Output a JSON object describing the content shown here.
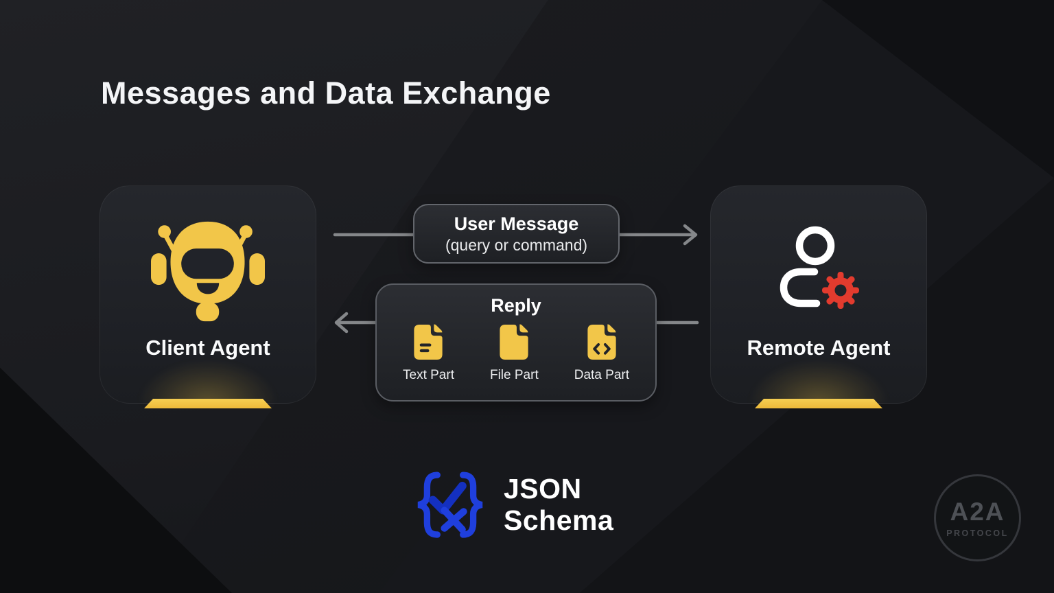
{
  "title": "Messages and Data Exchange",
  "client_card": {
    "label": "Client Agent",
    "icon": "robot-icon"
  },
  "remote_card": {
    "label": "Remote Agent",
    "icon": "person-gear-icon"
  },
  "user_message": {
    "title": "User Message",
    "subtitle": "(query or command)"
  },
  "reply": {
    "title": "Reply",
    "parts": [
      {
        "label": "Text Part",
        "icon": "file-text-icon"
      },
      {
        "label": "File Part",
        "icon": "file-icon"
      },
      {
        "label": "Data Part",
        "icon": "file-code-icon"
      }
    ]
  },
  "footer_logo": {
    "line1": "JSON",
    "line2": "Schema"
  },
  "badge": {
    "title": "A2A",
    "subtitle": "PROTOCOL"
  },
  "colors": {
    "accent_yellow": "#f2c649",
    "accent_red": "#e23b2e",
    "logo_blue": "#1f3fdd",
    "logo_blue_dark": "#1430c0",
    "arrow_gray": "#85878a"
  }
}
